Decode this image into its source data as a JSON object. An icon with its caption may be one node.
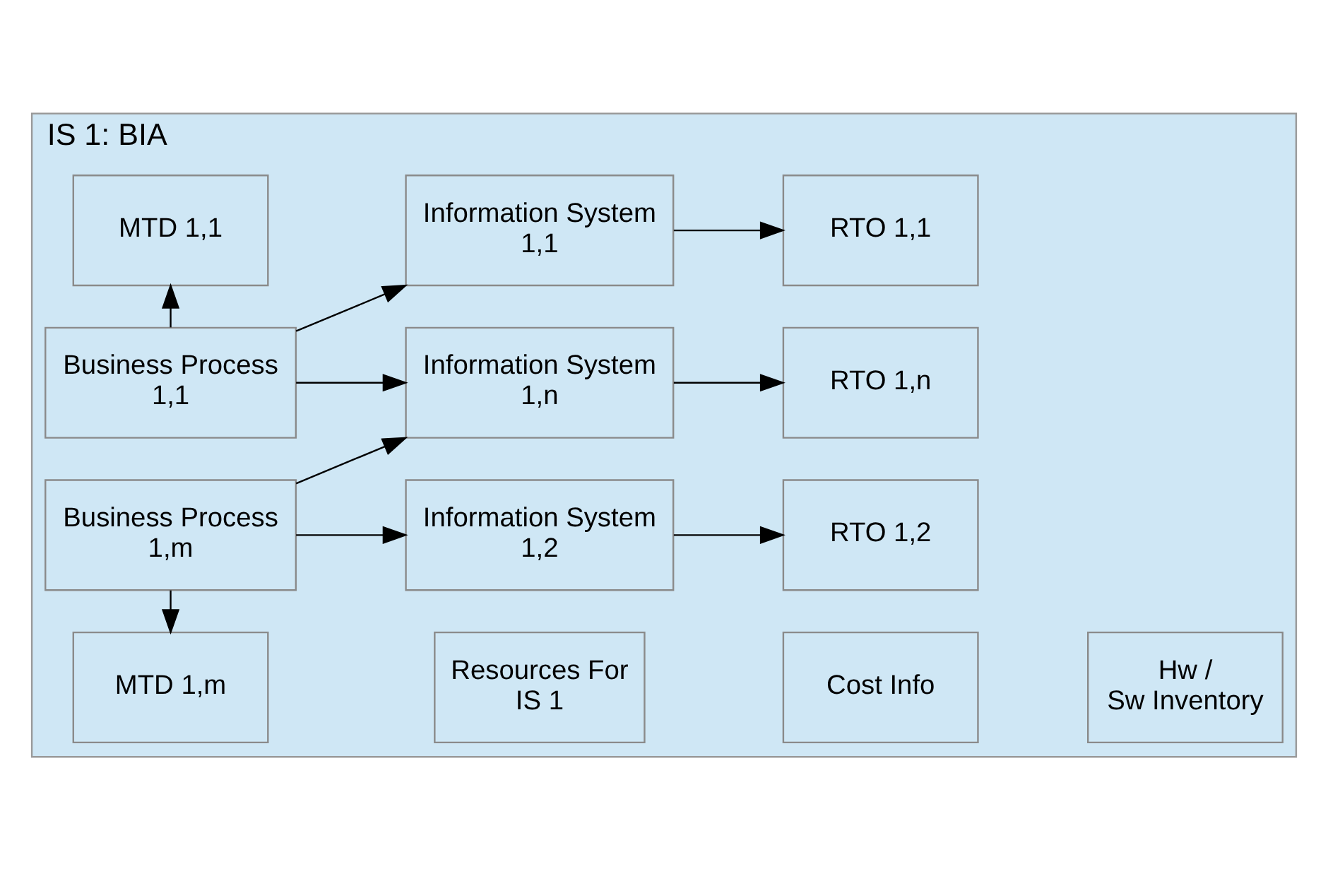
{
  "diagram": {
    "nodes": [
      {
        "text": [
          "IS 1: BIA"
        ]
      },
      {
        "text": [
          "Business Process 1,1"
        ],
        "in": 0
      },
      {
        "text": [
          "Information System 1,1"
        ],
        "in": 0
      },
      {
        "text": [
          "RTO 1,1"
        ],
        "in": 0
      },
      {
        "text": [
          "MTD 1,1"
        ],
        "in": 0
      },
      {
        "text": [
          "Information System 1,2"
        ],
        "in": 0
      },
      {
        "text": [
          "RTO 1,2"
        ],
        "in": 0
      },
      {
        "text": [
          "Business Process 1,m"
        ],
        "in": 0
      },
      {
        "text": [
          "Information System 1,n"
        ],
        "in": 0
      },
      {
        "text": [
          "RTO 1,n"
        ],
        "in": 0
      },
      {
        "text": [
          "MTD 1,m"
        ],
        "in": 0
      },
      {
        "text": [
          "Resources For IS 1"
        ],
        "in": 0
      },
      {
        "text": [
          "Cost Info"
        ],
        "in": 0
      },
      {
        "text": [
          "Hw / Sw Inventory"
        ],
        "in": 0
      }
    ],
    "edges": [
      {
        "from": 1,
        "to": 2,
        "arrow": "to"
      },
      {
        "from": 1,
        "to": 8,
        "arrow": "to"
      },
      {
        "from": 1,
        "to": 4,
        "arrow": "to"
      },
      {
        "from": 2,
        "to": 3,
        "arrow": "to"
      },
      {
        "from": 7,
        "to": 5,
        "arrow": "to"
      },
      {
        "from": 7,
        "to": 8,
        "arrow": "to"
      },
      {
        "from": 5,
        "to": 6,
        "arrow": "to"
      },
      {
        "from": 8,
        "to": 9,
        "arrow": "to"
      },
      {
        "from": 7,
        "to": 10,
        "arrow": "to"
      }
    ]
  }
}
